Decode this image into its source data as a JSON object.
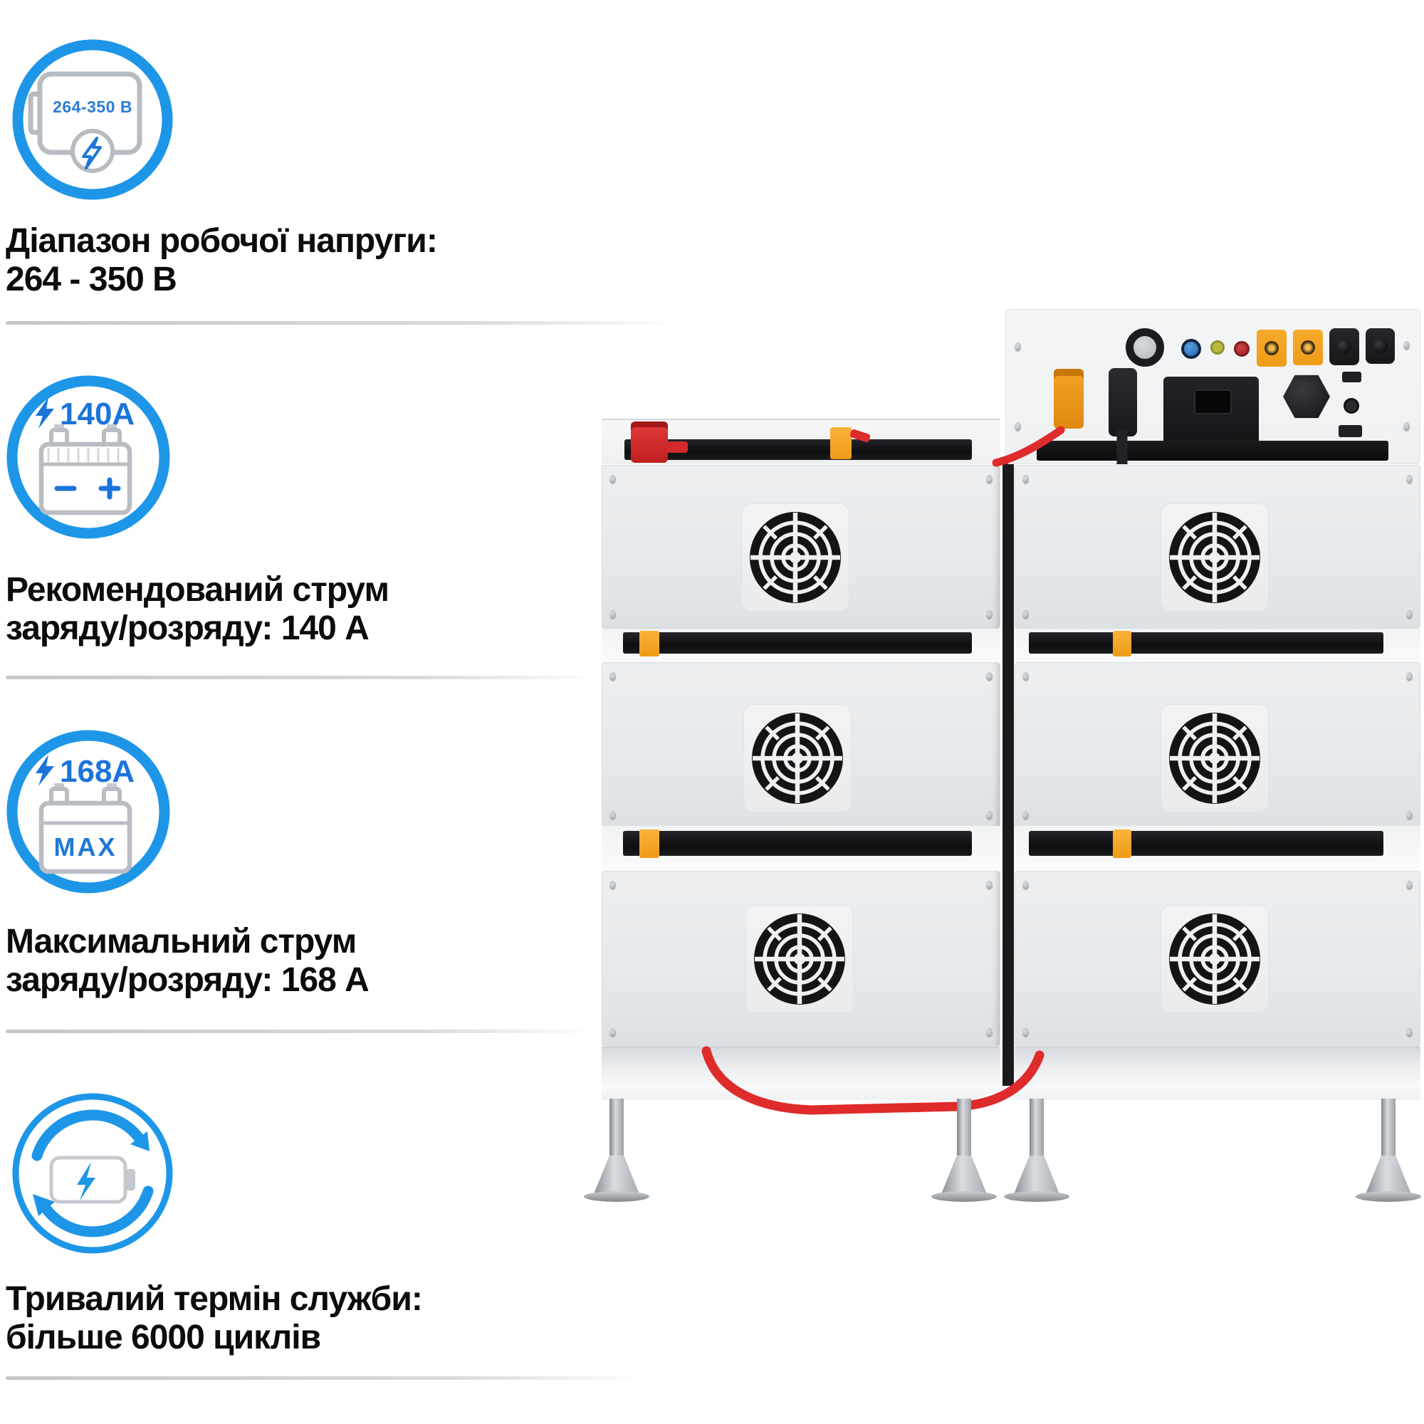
{
  "features": [
    {
      "icon": "voltage-range-battery-icon",
      "icon_text": "264-350 В",
      "line1": "Діапазон робочої напруги:",
      "line2": "264 - 350 В"
    },
    {
      "icon": "battery-recommended-current-icon",
      "icon_text": "140A",
      "line1": "Рекомендований струм",
      "line2": "заряду/розряду: 140 А"
    },
    {
      "icon": "battery-max-current-icon",
      "icon_text": "168A",
      "icon_badge": "MAX",
      "line1": "Максимальний струм",
      "line2": "заряду/розряду: 168 А"
    },
    {
      "icon": "battery-cycle-life-icon",
      "line1": "Тривалий термін служби:",
      "line2": "більше 6000 циклів"
    }
  ],
  "colors": {
    "accent_blue": "#1e96e8",
    "icon_text_blue": "#1e78d7",
    "text_black": "#0c0c0e",
    "orange": "#f5a324",
    "red": "#df2b2b"
  }
}
